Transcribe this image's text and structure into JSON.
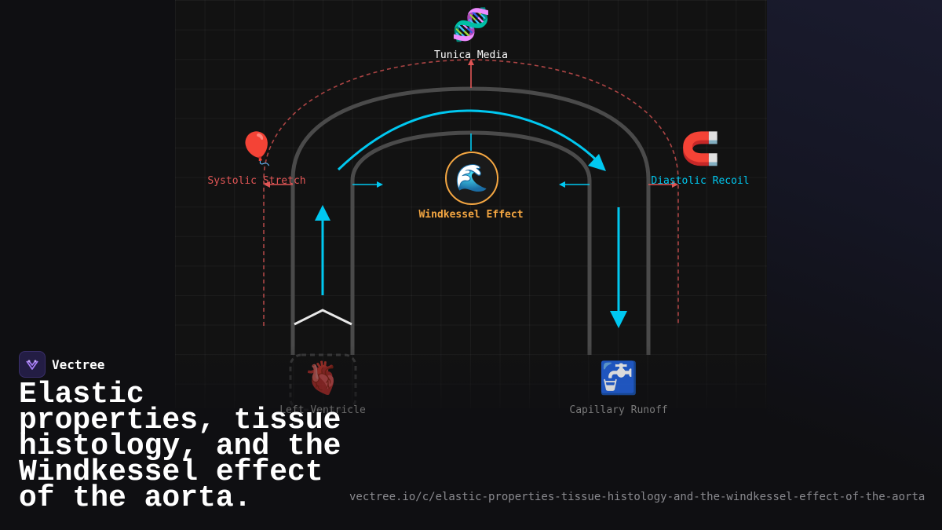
{
  "labels": {
    "tunica_media": "Tunica Media",
    "systolic_stretch": "Systolic Stretch",
    "diastolic_recoil": "Diastolic Recoil",
    "windkessel_effect": "Windkessel Effect",
    "left_ventricle": "Left Ventricle",
    "capillary_runoff": "Capillary Runoff"
  },
  "icons": {
    "tunica_media": "🧬",
    "systolic_stretch": "🎈",
    "diastolic_recoil": "🧲",
    "windkessel_effect": "🌊",
    "left_ventricle": "🫀",
    "capillary_runoff": "🚰"
  },
  "brand": {
    "name": "Vectree"
  },
  "title": "Elastic properties, tissue histology, and the Windkessel effect of the aorta.",
  "url": "vectree.io/c/elastic-properties-tissue-histology-and-the-windkessel-effect-of-the-aorta",
  "colors": {
    "flow": "#00c8f0",
    "stretch": "#e05555",
    "hub_border": "#f5a742",
    "vessel": "#4a4a4a",
    "background": "#0f0f12"
  }
}
